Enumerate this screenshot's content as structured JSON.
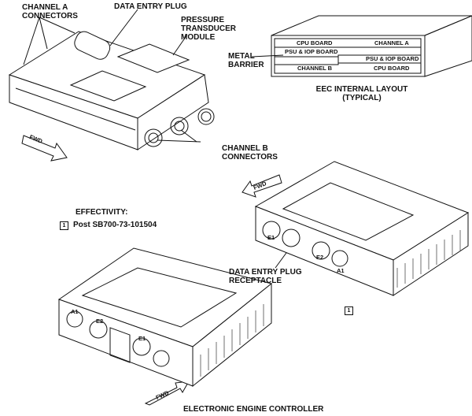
{
  "labels": {
    "channel_a_connectors": [
      "CHANNEL A",
      "CONNECTORS"
    ],
    "data_entry_plug": "DATA ENTRY PLUG",
    "pressure_transducer_module": [
      "PRESSURE",
      "TRANSDUCER",
      "MODULE"
    ],
    "metal_barrier": [
      "METAL",
      "BARRIER"
    ],
    "channel_b_connectors": [
      "CHANNEL B",
      "CONNECTORS"
    ],
    "data_entry_plug_receptacle": [
      "DATA ENTRY PLUG",
      "RECEPTACLE"
    ],
    "fwd": "FWD"
  },
  "internal_layout": {
    "title": [
      "EEC INTERNAL LAYOUT",
      "(TYPICAL)"
    ],
    "cpu_board": "CPU BOARD",
    "channel_a": "CHANNEL A",
    "psu_iop_board": "PSU & IOP BOARD",
    "channel_b": "CHANNEL B"
  },
  "effectivity": {
    "heading": "EFFECTIVITY:",
    "badge": "1",
    "text": "Post SB700-73-101504"
  },
  "connector_labels": [
    "E1",
    "E2",
    "A1"
  ],
  "caption": "ELECTRONIC ENGINE CONTROLLER"
}
